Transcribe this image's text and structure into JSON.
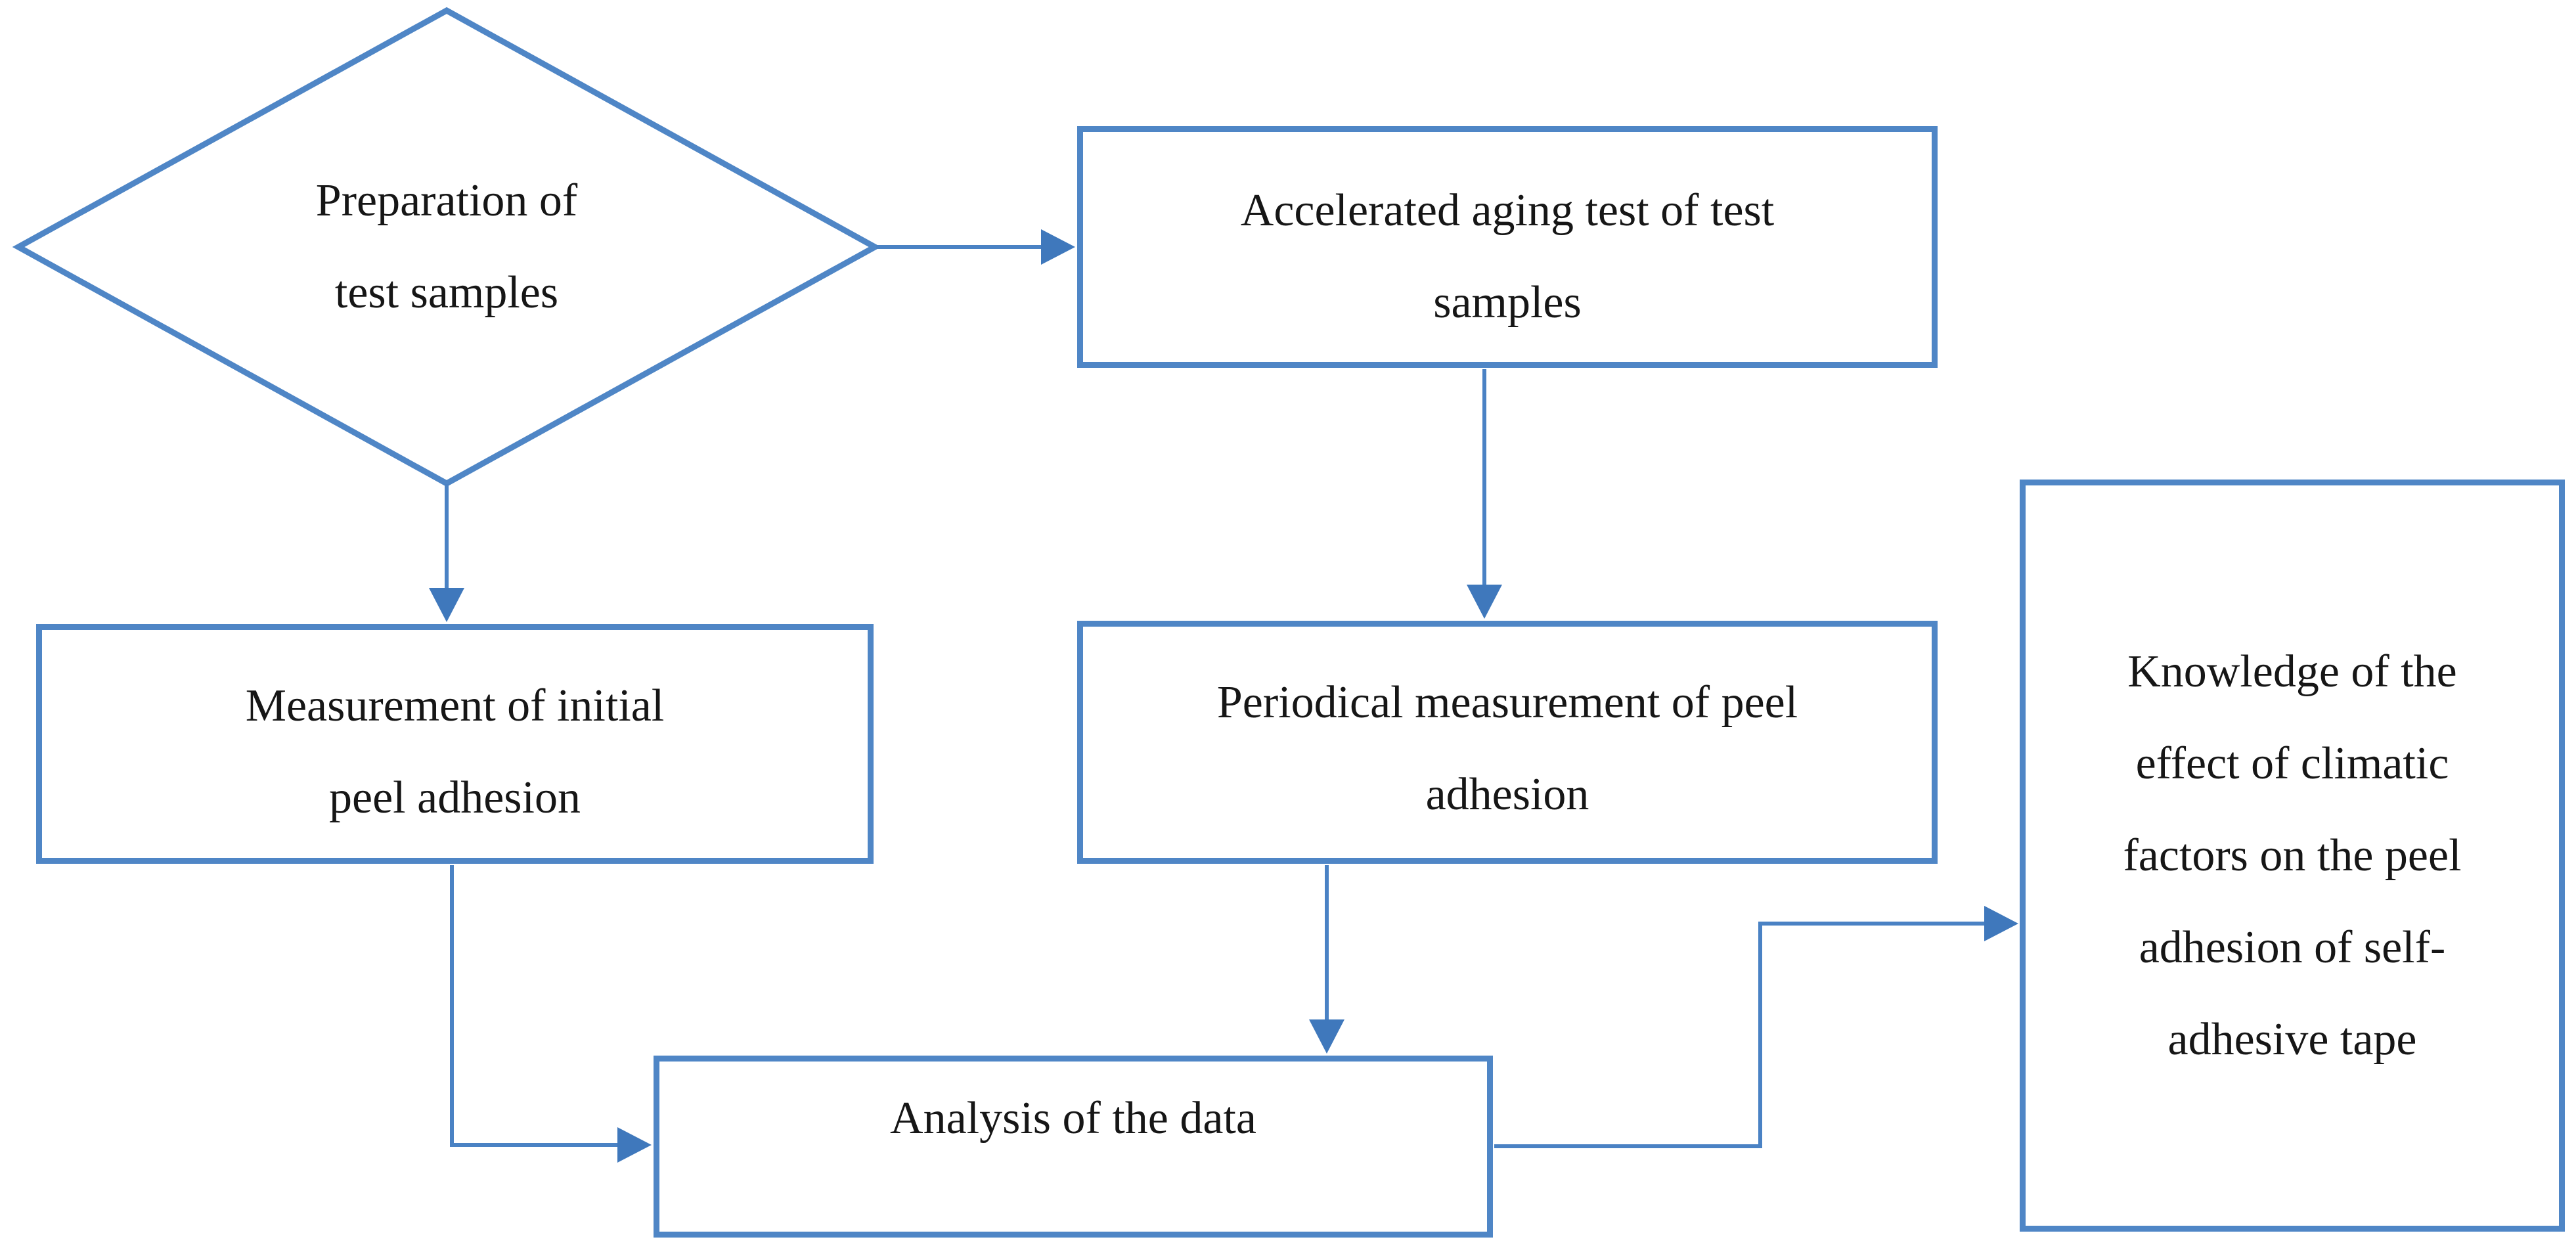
{
  "figure": {
    "type": "flowchart",
    "background": "#ffffff",
    "colors": {
      "shape_border": "#4f86c6",
      "connector": "#4a82c4",
      "arrowhead": "#3f78bc",
      "text": "#161616"
    },
    "nodes": {
      "preparation": {
        "shape": "diamond",
        "label": "Preparation of\ntest samples"
      },
      "accelerated_aging": {
        "shape": "rect",
        "label": "Accelerated aging test of test\nsamples"
      },
      "initial_measurement": {
        "shape": "rect",
        "label": "Measurement of initial\npeel adhesion"
      },
      "periodical_measurement": {
        "shape": "rect",
        "label": "Periodical measurement of peel\nadhesion"
      },
      "analysis": {
        "shape": "rect",
        "label": "Analysis of the data"
      },
      "knowledge": {
        "shape": "rect",
        "label": "Knowledge of the\neffect of climatic\nfactors on the peel\nadhesion of self-\nadhesive tape"
      }
    },
    "edges": [
      {
        "from": "preparation",
        "to": "accelerated_aging",
        "style": "straight-right-arrow"
      },
      {
        "from": "preparation",
        "to": "initial_measurement",
        "style": "straight-down-arrow"
      },
      {
        "from": "accelerated_aging",
        "to": "periodical_measurement",
        "style": "straight-down-arrow"
      },
      {
        "from": "periodical_measurement",
        "to": "analysis",
        "style": "straight-down-arrow"
      },
      {
        "from": "initial_measurement",
        "to": "analysis",
        "style": "elbow-down-then-right-arrow"
      },
      {
        "from": "analysis",
        "to": "knowledge",
        "style": "elbow-right-up-right-arrow"
      }
    ]
  }
}
